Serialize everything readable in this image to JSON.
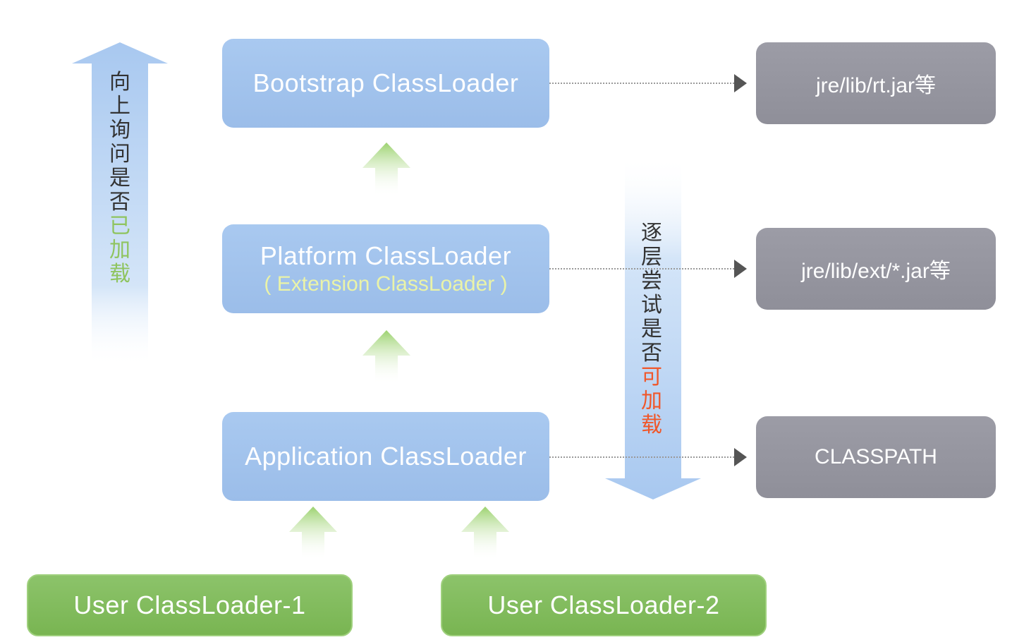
{
  "loaders": {
    "bootstrap": "Bootstrap ClassLoader",
    "platform": "Platform ClassLoader",
    "platform_alias": "( Extension ClassLoader )",
    "application": "Application ClassLoader",
    "user1": "User ClassLoader-1",
    "user2": "User ClassLoader-2"
  },
  "paths": {
    "bootstrap": "jre/lib/rt.jar等",
    "platform": "jre/lib/ext/*.jar等",
    "application": "CLASSPATH"
  },
  "left_arrow": {
    "chars_normal": [
      "向",
      "上",
      "询",
      "问",
      "是",
      "否"
    ],
    "chars_highlight": [
      "已",
      "加",
      "载"
    ],
    "highlight_color": "#8fc45f"
  },
  "right_arrow": {
    "chars_normal": [
      "逐",
      "层",
      "尝",
      "试",
      "是",
      "否"
    ],
    "chars_highlight": [
      "可",
      "加",
      "载"
    ],
    "highlight_color": "#f0572a"
  },
  "colors": {
    "loader_box": "#a9c9f0",
    "path_box": "#9a9aa4",
    "user_box": "#84bf5e",
    "arrow_blue": "#a8c8f0",
    "arrow_green": "#9cd26f"
  }
}
